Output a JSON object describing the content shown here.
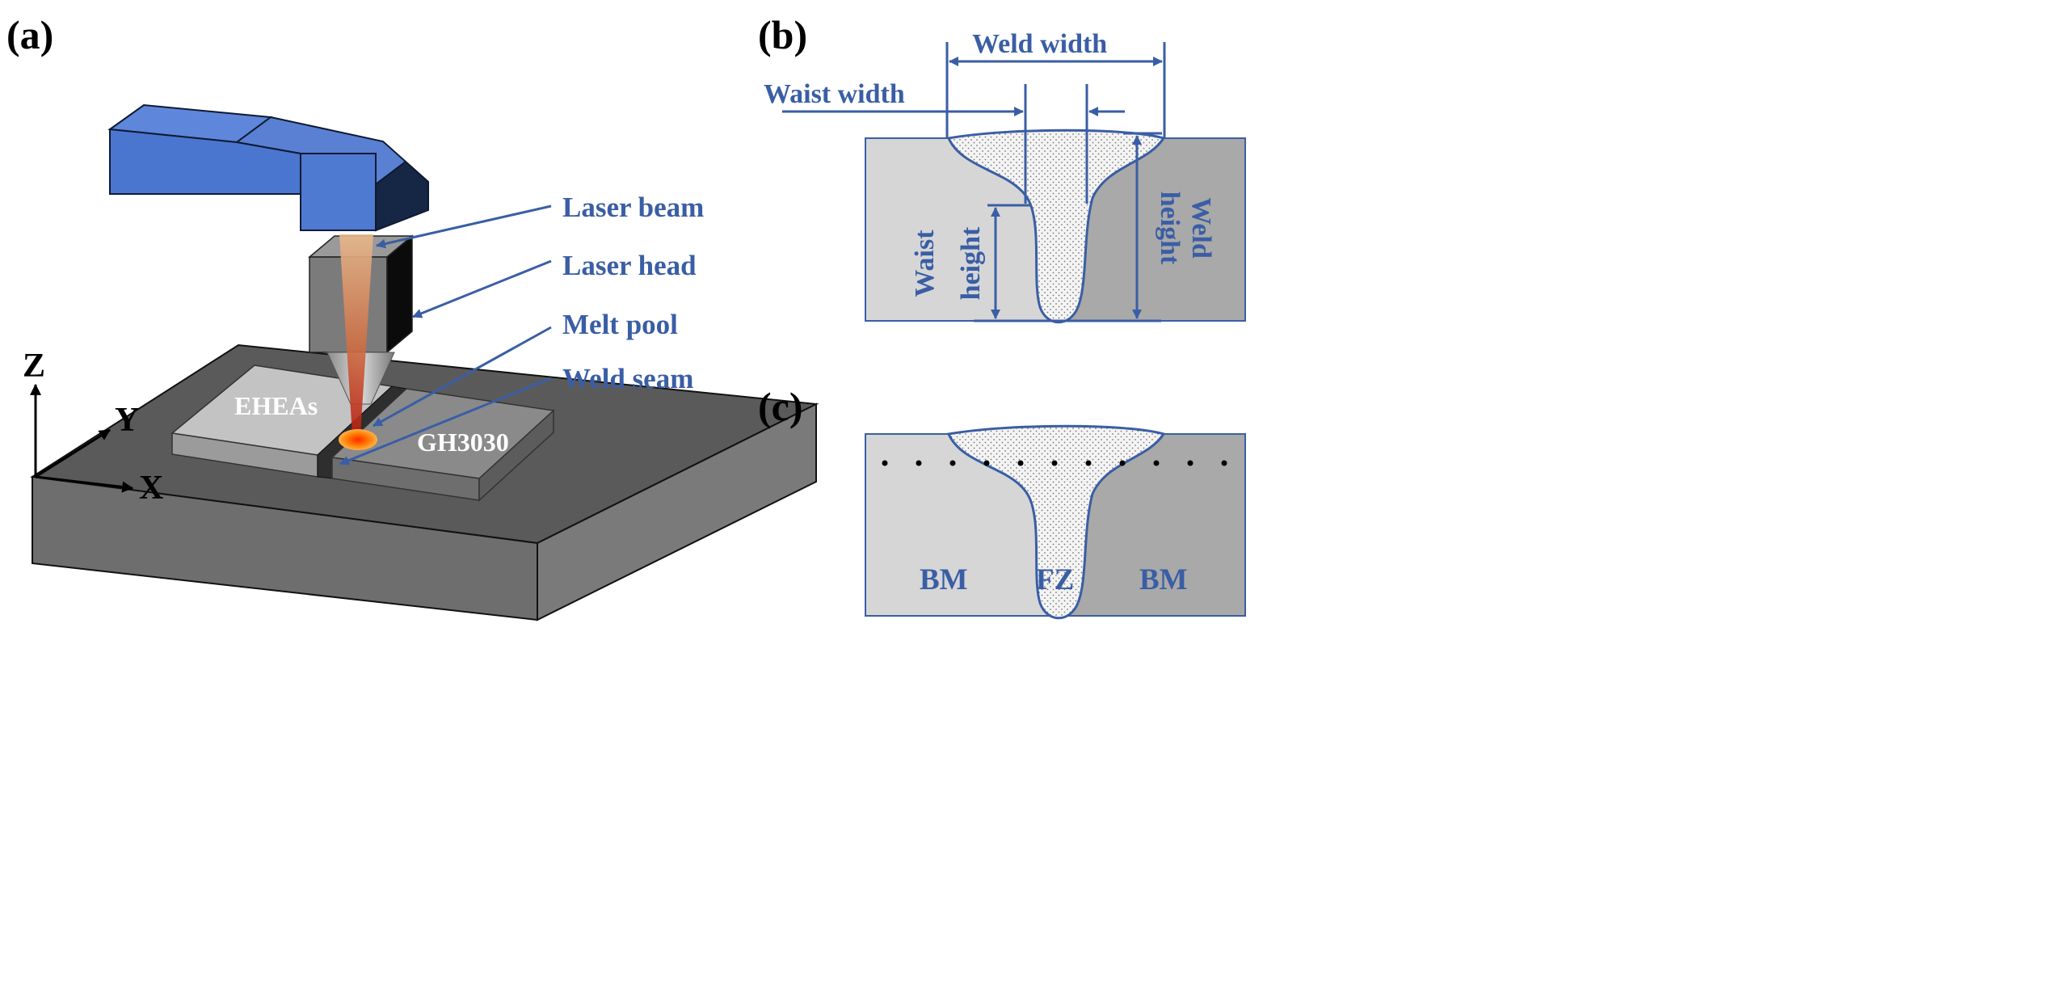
{
  "panels": {
    "a": "(a)",
    "b": "(b)",
    "c": "(c)"
  },
  "panel_a": {
    "callouts": {
      "laser_beam": "Laser beam",
      "laser_head": "Laser head",
      "melt_pool": "Melt pool",
      "weld_seam": "Weld seam"
    },
    "plates": {
      "left": "EHEAs",
      "right": "GH3030"
    },
    "axes": {
      "z": "Z",
      "y": "Y",
      "x": "X"
    }
  },
  "panel_b": {
    "weld_width": "Weld width",
    "waist_width": "Waist width",
    "waist_height_line1": "Waist",
    "waist_height_line2": "height",
    "weld_height_line1": "Weld",
    "weld_height_line2": "height"
  },
  "panel_c": {
    "bm_left": "BM",
    "fz": "FZ",
    "bm_right": "BM"
  },
  "colors": {
    "annotation_blue": "#3a5ea5",
    "laser_body_blue": "#4a76d0",
    "laser_dark_blue": "#162645",
    "base_material_light": "#d6d6d6",
    "base_material_dark": "#a9a9a9",
    "melt_pool_orange": "#ff7a00"
  }
}
